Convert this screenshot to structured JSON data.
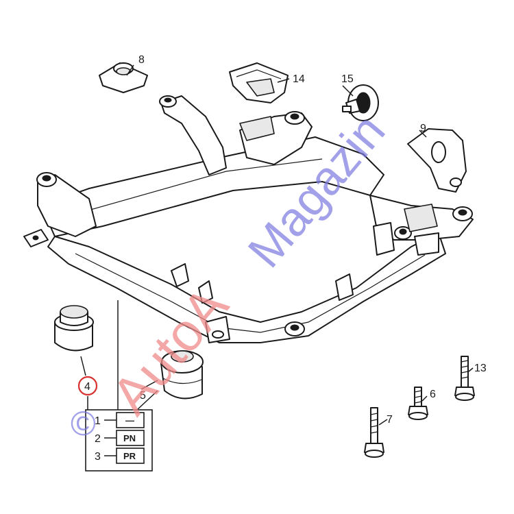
{
  "callouts": {
    "c4": "4",
    "c5": "5",
    "c6": "6",
    "c7": "7",
    "c8": "8",
    "c9": "9",
    "c13": "13",
    "c14": "14",
    "c15": "15"
  },
  "legend": {
    "rows": [
      {
        "num": "1",
        "code": "—"
      },
      {
        "num": "2",
        "code": "PN"
      },
      {
        "num": "3",
        "code": "PR"
      }
    ]
  },
  "highlight_color": "#d93030",
  "watermark": {
    "part1": "AutoA",
    "part2": "Magazin",
    "symbol": "©",
    "color_red": "#f08a8a",
    "color_blue": "#7a78e0"
  }
}
